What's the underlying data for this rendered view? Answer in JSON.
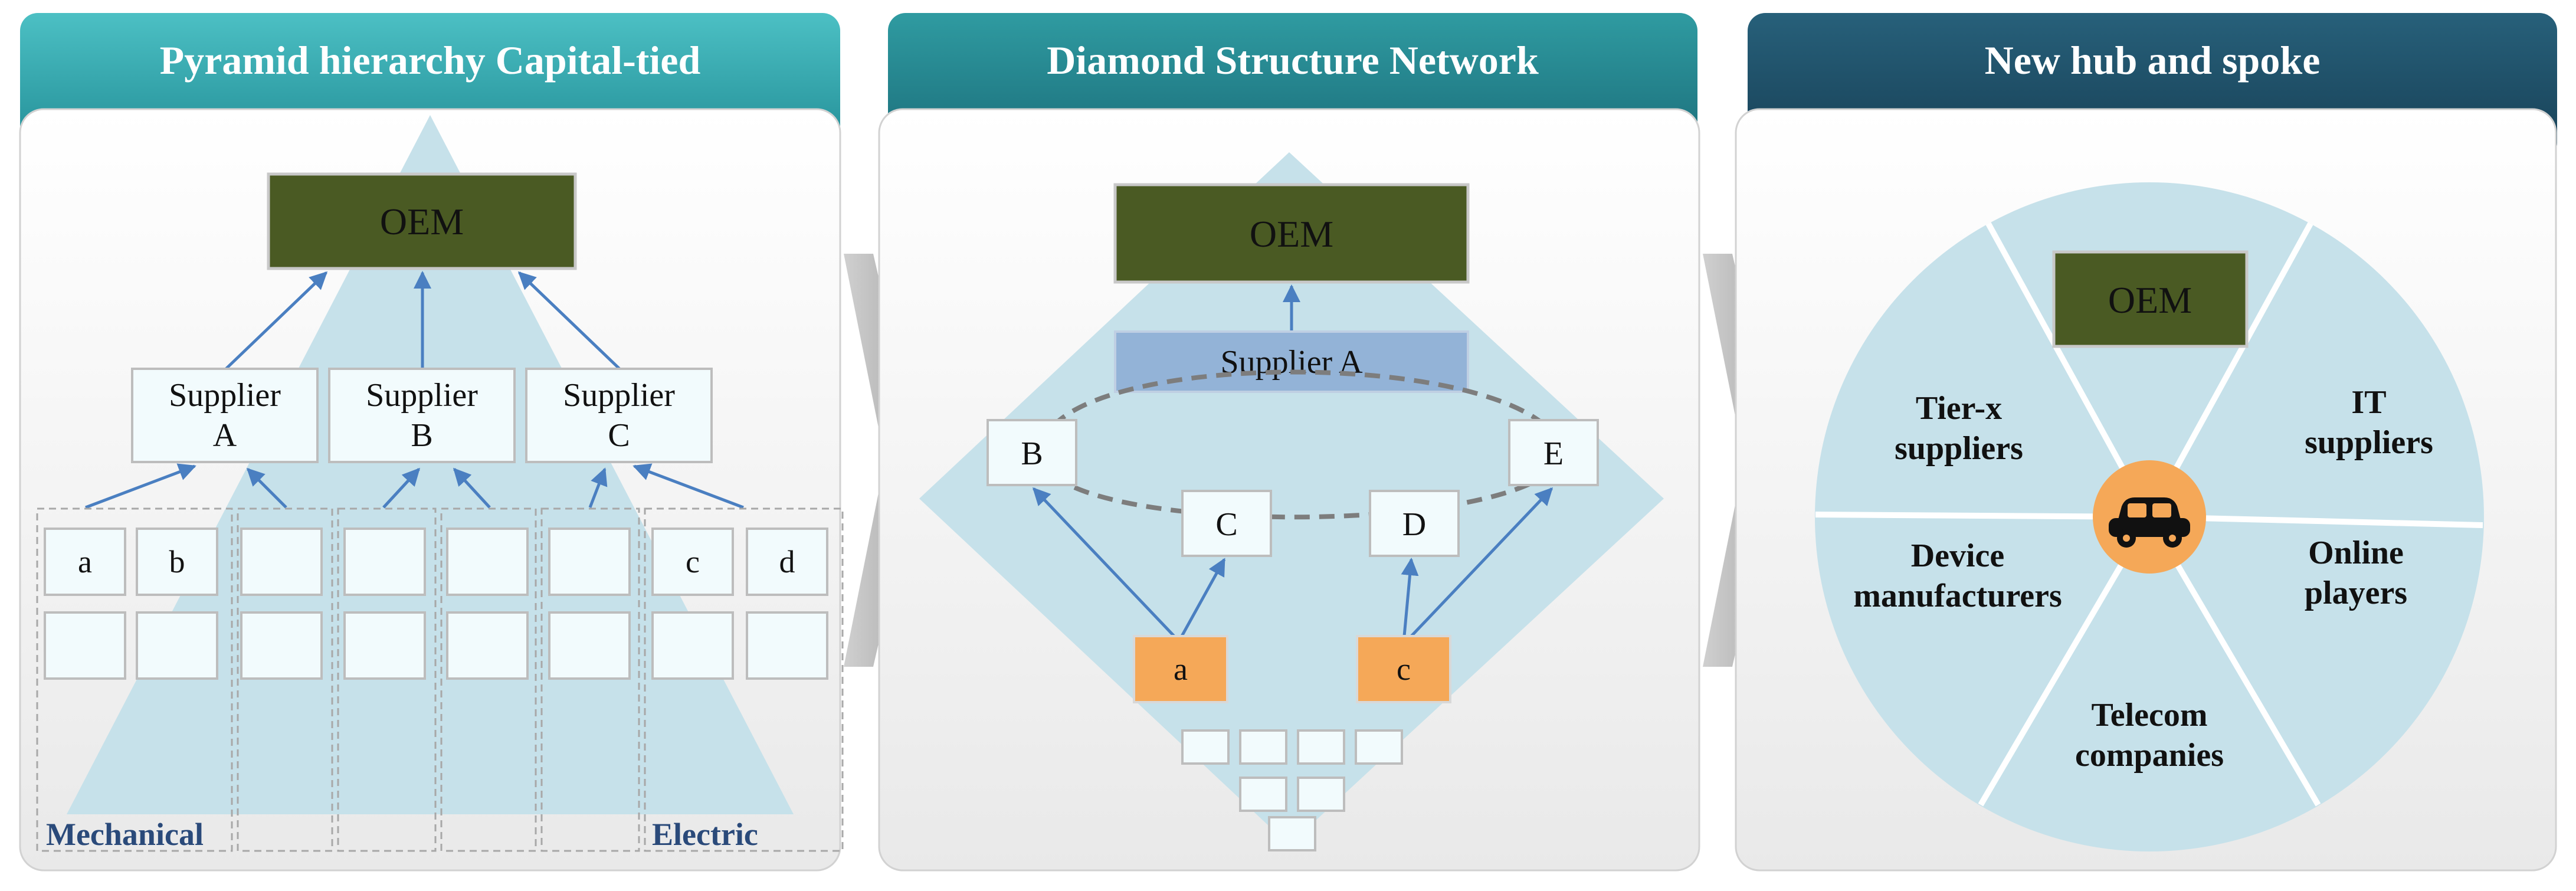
{
  "panels": [
    {
      "title": "Pyramid hierarchy Capital-tied",
      "oem": "OEM",
      "suppliers": [
        [
          "Supplier",
          "A"
        ],
        [
          "Supplier",
          "B"
        ],
        [
          "Supplier",
          "C"
        ]
      ],
      "small_labels": [
        "a",
        "b",
        "c",
        "d"
      ],
      "footer_left": "Mechanical",
      "footer_right": "Electric"
    },
    {
      "title": "Diamond Structure Network",
      "oem": "OEM",
      "supplier_a": "Supplier A",
      "nodes": [
        "B",
        "C",
        "D",
        "E"
      ],
      "bottom_nodes": [
        "a",
        "c"
      ]
    },
    {
      "title": "New hub and spoke",
      "oem": "OEM",
      "segments": [
        [
          "Tier-x",
          "suppliers"
        ],
        [
          "IT",
          "suppliers"
        ],
        [
          "Device",
          "manufacturers"
        ],
        [
          "Online",
          "players"
        ],
        [
          "Telecom",
          "companies"
        ]
      ]
    }
  ],
  "colors": {
    "header_teal": "#2e9ea6",
    "header_dark": "#1f4f66",
    "oem_green": "#4a5a23",
    "pale_blue": "#c6e1ea",
    "supplier_blue": "#93b3d7",
    "orange": "#f5a858",
    "arrow_blue": "#4a7fc1",
    "label_navy": "#2a4a7a"
  }
}
